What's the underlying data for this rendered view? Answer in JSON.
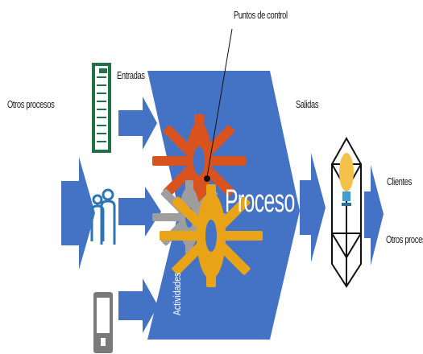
{
  "labels": {
    "puntos_de_control": "Puntos de control",
    "entradas": "Entradas",
    "otros_procesos": "Otros procesos",
    "proceso": "Proceso",
    "actividades": "Actividades",
    "salidas": "Salidas",
    "clientes": "Clientes",
    "otros_proceso": "Otros proceso"
  },
  "icons": [
    "spreadsheet-icon",
    "people-icon",
    "mobile-device-icon",
    "gear-icon",
    "lightbulb-box-icon"
  ],
  "colors": {
    "arrow_blue": "#4472C4",
    "gear_orange": "#D9531E",
    "gear_gray": "#9E9E9E",
    "gear_yellow": "#E8A317",
    "excel_green": "#217346",
    "people_blue": "#2E75B6"
  }
}
